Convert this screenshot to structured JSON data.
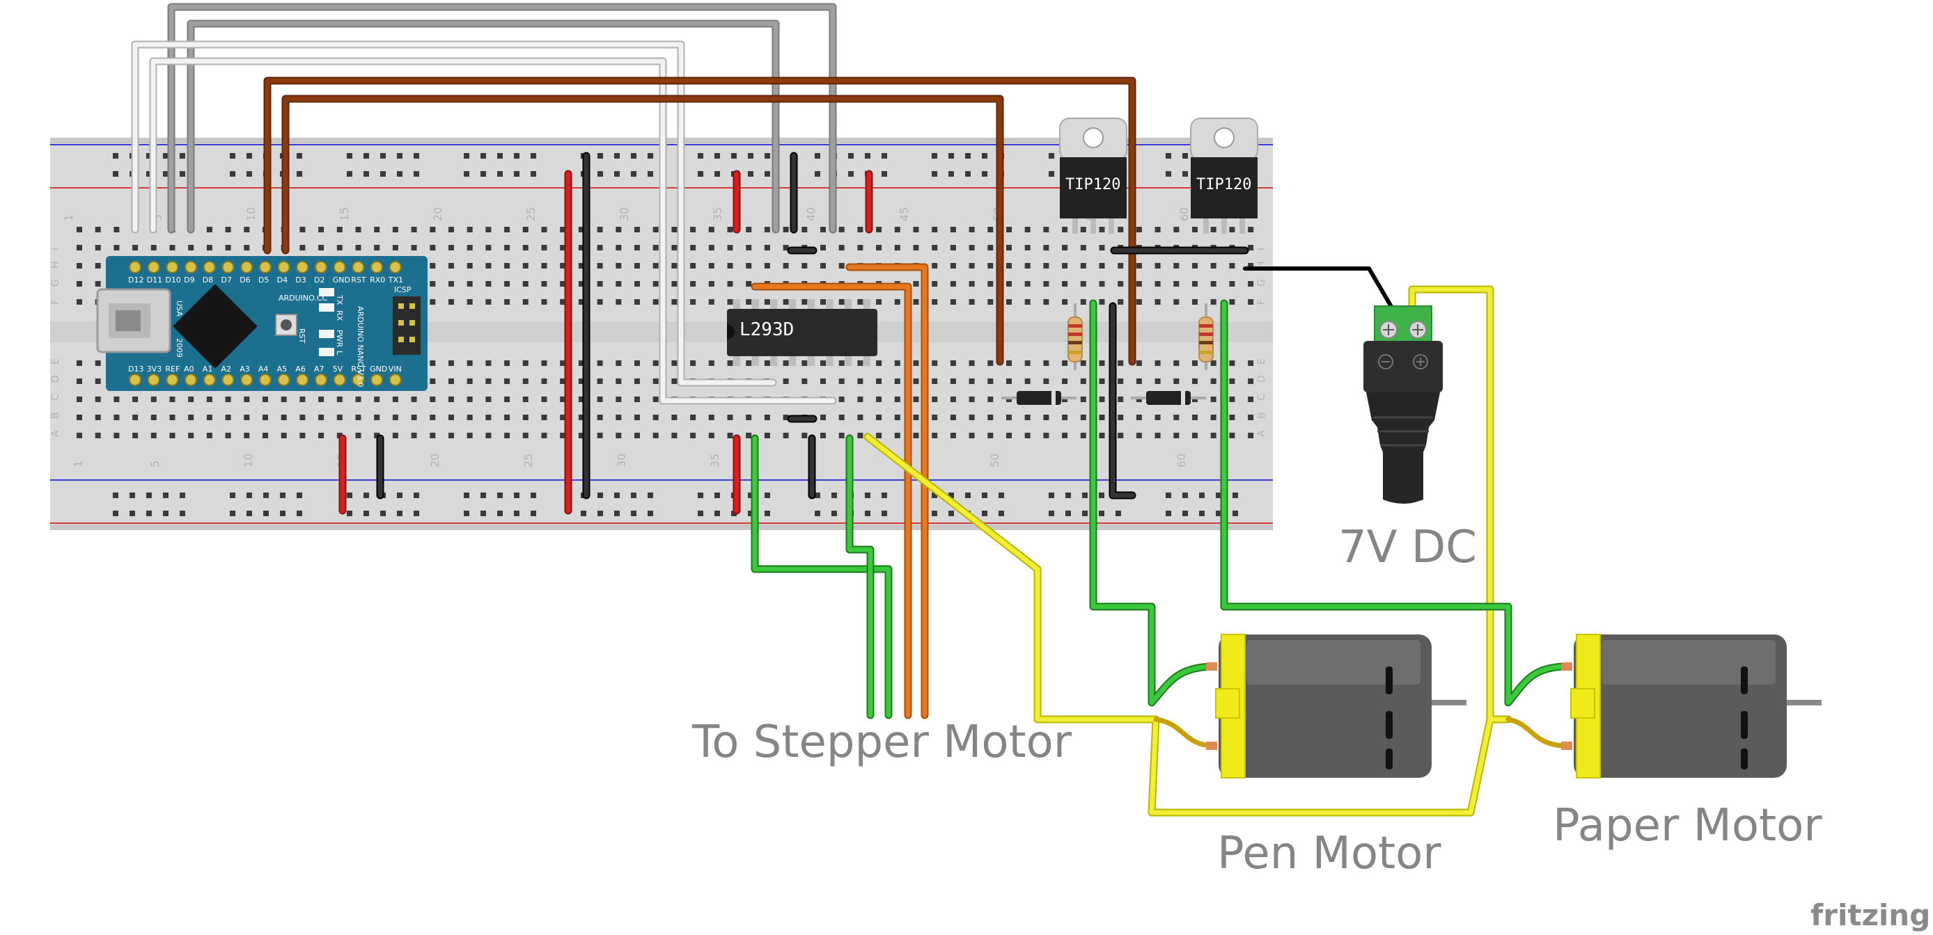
{
  "labels": {
    "stepper": "To Stepper Motor",
    "pen_motor": "Pen Motor",
    "paper_motor": "Paper Motor",
    "power": "7V DC",
    "brand": "fritzing"
  },
  "ic": {
    "name": "L293D"
  },
  "transistors": [
    "TIP120",
    "TIP120"
  ],
  "arduino": {
    "brand": "ARDUINO.CC",
    "model": "ARDUINO NANO V3.0",
    "year": "2009",
    "country": "USA",
    "top_pins": [
      "D12",
      "D11",
      "D10",
      "D9",
      "D8",
      "D7",
      "D6",
      "D5",
      "D4",
      "D3",
      "D2",
      "GND",
      "RST",
      "RX0",
      "TX1"
    ],
    "bottom_pins": [
      "D13",
      "3V3",
      "REF",
      "A0",
      "A1",
      "A2",
      "A3",
      "A4",
      "A5",
      "A6",
      "A7",
      "5V",
      "RST",
      "GND",
      "VIN"
    ],
    "icsp": "ICSP",
    "rst": "RST",
    "leds": [
      "TX",
      "RX",
      "PWR",
      "L"
    ]
  },
  "breadboard": {
    "column_numbers": [
      "1",
      "5",
      "10",
      "15",
      "20",
      "25",
      "30",
      "35",
      "40",
      "45",
      "50",
      "55",
      "60"
    ],
    "row_letters_top": [
      "J",
      "I",
      "H",
      "G",
      "F"
    ],
    "row_letters_bottom": [
      "E",
      "D",
      "C",
      "B",
      "A"
    ]
  },
  "colors": {
    "breadboard": "#d9d9d9",
    "rail_red": "#d11",
    "rail_blue": "#22d",
    "arduino_blue": "#1d6f8f",
    "wire_white": "#e6e6e6",
    "wire_gray": "#9b9b9b",
    "wire_brown": "#8b3a10",
    "wire_orange": "#e87722",
    "wire_green": "#2fb82f",
    "wire_yellow": "#f2ee35",
    "wire_red": "#cc1c1c",
    "wire_black": "#222222",
    "motor_body": "#5a5a5a",
    "motor_cap": "#f0ea1a"
  },
  "icons": [
    "breadboard",
    "arduino-nano",
    "l293d-chip",
    "tip120-transistor",
    "resistor",
    "diode",
    "dc-barrel-jack",
    "dc-motor"
  ]
}
